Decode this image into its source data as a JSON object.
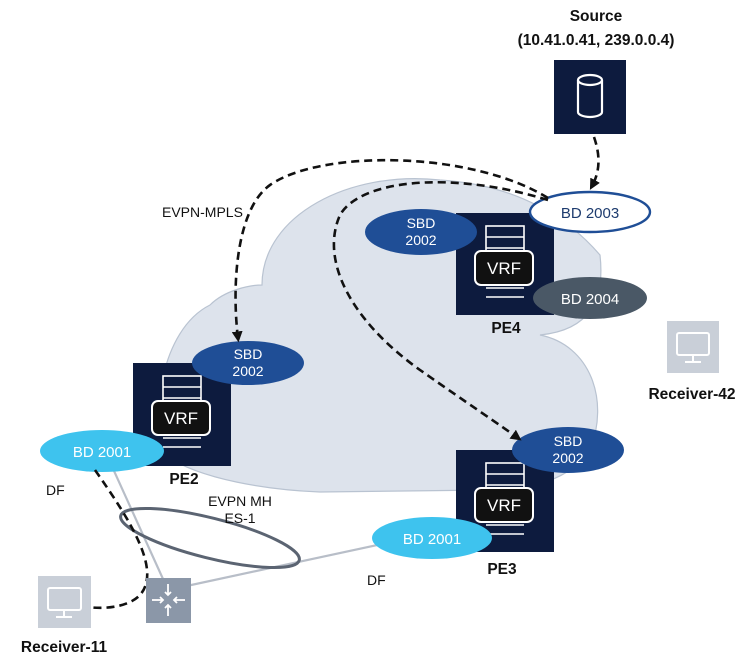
{
  "source": {
    "title": "Source",
    "address": "(10.41.0.41, 239.0.0.4)",
    "icon": "database-icon"
  },
  "labels": {
    "evpn_mpls": "EVPN-MPLS",
    "evpn_mh_line1": "EVPN MH",
    "evpn_mh_line2": "ES-1",
    "df_pe2": "DF",
    "df_pe3": "DF"
  },
  "routers": {
    "pe2": {
      "name": "PE2",
      "vrf": "VRF"
    },
    "pe3": {
      "name": "PE3",
      "vrf": "VRF"
    },
    "pe4": {
      "name": "PE4",
      "vrf": "VRF"
    }
  },
  "bds": {
    "pe4_bd2003": "BD 2003",
    "pe4_bd2004": "BD 2004",
    "pe4_sbd_l1": "SBD",
    "pe4_sbd_l2": "2002",
    "pe2_sbd_l1": "SBD",
    "pe2_sbd_l2": "2002",
    "pe3_sbd_l1": "SBD",
    "pe3_sbd_l2": "2002",
    "pe2_bd2001": "BD 2001",
    "pe3_bd2001": "BD 2001"
  },
  "receivers": {
    "r11": "Receiver-11",
    "r42": "Receiver-42"
  },
  "colors": {
    "router_bg": "#0d1b3e",
    "sbd_blue": "#1f4e96",
    "bd_cyan": "#3ec3ee",
    "bd_gray": "#4a5866",
    "cloud": "#dde3ec",
    "receiver_bg": "#c9cfd8",
    "switch_bg": "#8b97a8"
  }
}
